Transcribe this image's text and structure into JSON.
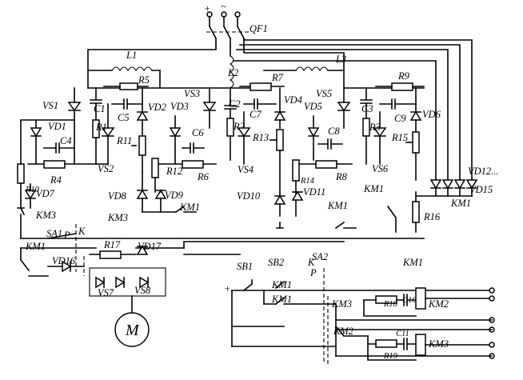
{
  "diagram": {
    "labels": {
      "qf1": "QF1",
      "l1": "L1",
      "l2": "L2",
      "l3": "L3",
      "vs1": "VS1",
      "vs2": "VS2",
      "vs3": "VS3",
      "vs4": "VS4",
      "vs5": "VS5",
      "vs6": "VS6",
      "vd1": "VD1",
      "vd2": "VD2",
      "vd3": "VD3",
      "vd4": "VD4",
      "vd5": "VD5",
      "vd6": "VD6",
      "vd7": "VD7",
      "vd8": "VD8",
      "vd9": "VD9",
      "vd10": "VD10",
      "vd11": "VD11",
      "vd12": "VD12...",
      "vd15": "VD15",
      "vd16": "VD16",
      "vd17": "VD17",
      "vs7": "VS7",
      "vs8": "VS8",
      "c1": "C1",
      "c2": "C2",
      "c3": "C3",
      "c4": "C4",
      "c5": "C5",
      "c6": "C6",
      "c7": "C7",
      "c8": "C8",
      "c9": "C9",
      "c10": "C10",
      "c11": "C11",
      "r1": "R1",
      "r2": "R2",
      "r3": "R3",
      "r4": "R4",
      "r5": "R5",
      "r6": "R6",
      "r7": "R7",
      "r8": "R8",
      "r9": "R9",
      "r10": "R10",
      "r11": "R11",
      "r12": "R12",
      "r13": "R13",
      "r14": "R14",
      "r15": "R15",
      "r16": "R16",
      "r17": "R17",
      "r18": "R18",
      "r19": "R19",
      "km1": "KM1",
      "km2": "KM2",
      "km3": "KM3",
      "sa1": "SA1",
      "sa2": "SA2",
      "sb1": "SB1",
      "sb2": "SB2",
      "p": "P",
      "k": "K",
      "motor": "M",
      "plus": "+",
      "tilde": "~"
    }
  }
}
